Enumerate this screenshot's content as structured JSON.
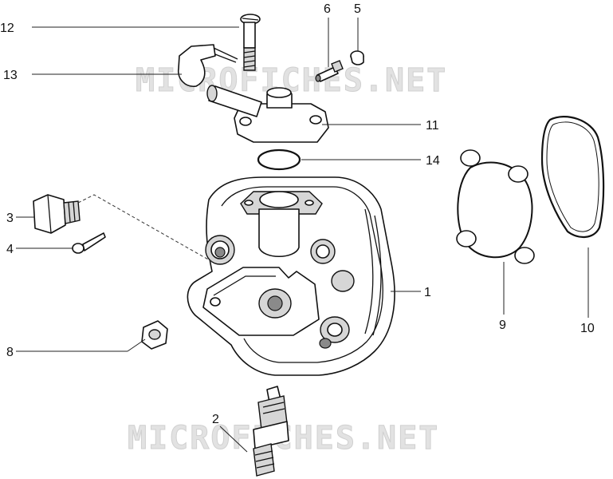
{
  "watermark": {
    "text": "MICROFICHES.NET",
    "color": "#e2e2e2"
  },
  "callouts": [
    {
      "id": "1",
      "label": "1"
    },
    {
      "id": "2",
      "label": "2"
    },
    {
      "id": "3",
      "label": "3"
    },
    {
      "id": "4",
      "label": "4"
    },
    {
      "id": "5",
      "label": "5"
    },
    {
      "id": "6",
      "label": "6"
    },
    {
      "id": "8",
      "label": "8"
    },
    {
      "id": "9",
      "label": "9"
    },
    {
      "id": "10",
      "label": "10"
    },
    {
      "id": "11",
      "label": "11"
    },
    {
      "id": "12",
      "label": "12"
    },
    {
      "id": "13",
      "label": "13"
    },
    {
      "id": "14",
      "label": "14"
    }
  ],
  "parts": [
    {
      "callout": "1",
      "icon": "cylinder-head-icon"
    },
    {
      "callout": "2",
      "icon": "spark-plug-icon"
    },
    {
      "callout": "3",
      "icon": "plug-screw-icon"
    },
    {
      "callout": "4",
      "icon": "screw-icon"
    },
    {
      "callout": "5",
      "icon": "cap-icon"
    },
    {
      "callout": "6",
      "icon": "bleed-valve-icon"
    },
    {
      "callout": "8",
      "icon": "hex-nut-icon"
    },
    {
      "callout": "9",
      "icon": "head-gasket-icon"
    },
    {
      "callout": "10",
      "icon": "cover-gasket-icon"
    },
    {
      "callout": "11",
      "icon": "thermostat-housing-icon"
    },
    {
      "callout": "12",
      "icon": "bolt-icon"
    },
    {
      "callout": "13",
      "icon": "hose-clamp-icon"
    },
    {
      "callout": "14",
      "icon": "o-ring-icon"
    }
  ]
}
